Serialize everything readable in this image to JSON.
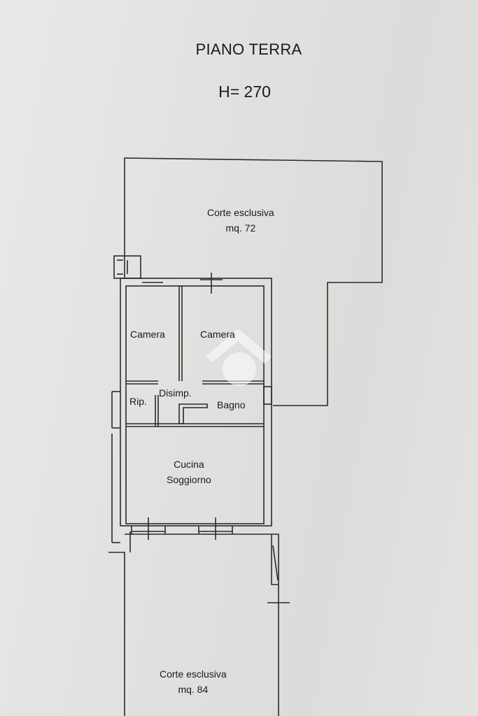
{
  "header": {
    "title": "PIANO TERRA",
    "height": "H= 270"
  },
  "rooms": {
    "upper_courtyard": {
      "name": "Corte esclusiva",
      "area": "mq. 72"
    },
    "camera_1": {
      "name": "Camera"
    },
    "camera_2": {
      "name": "Camera"
    },
    "disimpegno": {
      "name": "Disimp."
    },
    "ripostiglio": {
      "name": "Rip."
    },
    "bagno": {
      "name": "Bagno"
    },
    "cucina": {
      "line1": "Cucina",
      "line2": "Soggiorno"
    },
    "lower_courtyard": {
      "name": "Corte esclusiva",
      "area": "mq. 84"
    }
  },
  "colors": {
    "paper": "#e4e4e2",
    "ink": "#2a2a2a"
  }
}
